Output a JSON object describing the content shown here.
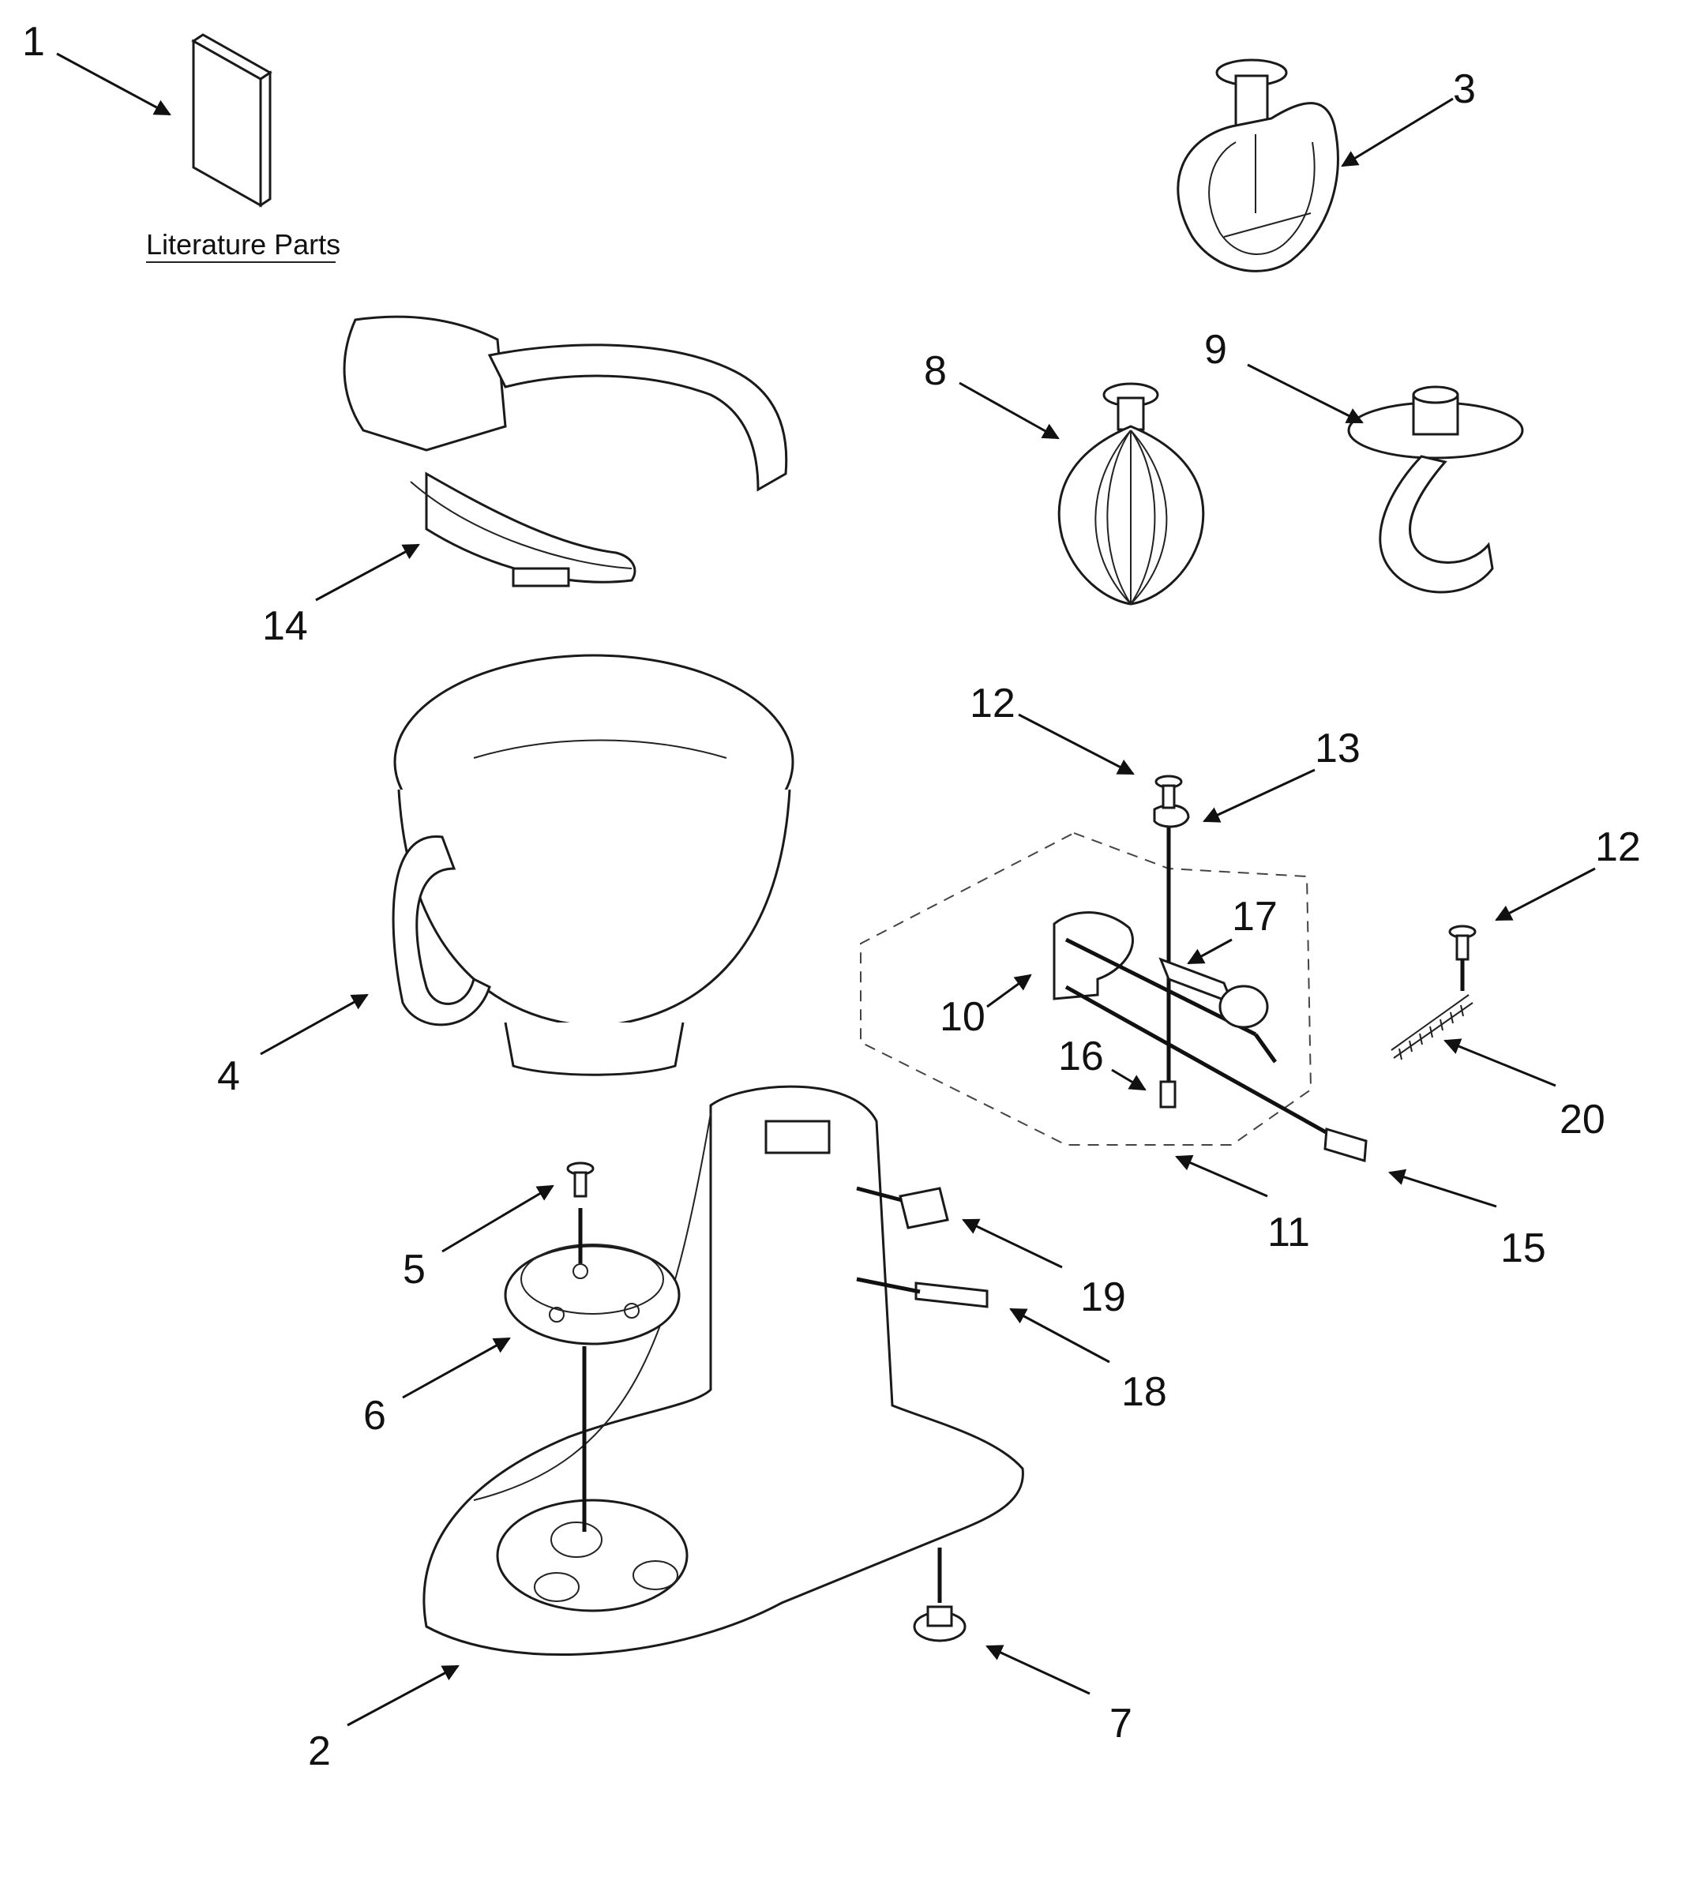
{
  "literature_caption": "Literature Parts",
  "colors": {
    "ink": "#111111",
    "background": "#ffffff"
  },
  "callouts": {
    "c1": "1",
    "c2": "2",
    "c3": "3",
    "c4": "4",
    "c5": "5",
    "c6": "6",
    "c7": "7",
    "c8": "8",
    "c9": "9",
    "c10": "10",
    "c11": "11",
    "c12a": "12",
    "c12b": "12",
    "c13": "13",
    "c14": "14",
    "c15": "15",
    "c16": "16",
    "c17": "17",
    "c18": "18",
    "c19": "19",
    "c20": "20"
  }
}
